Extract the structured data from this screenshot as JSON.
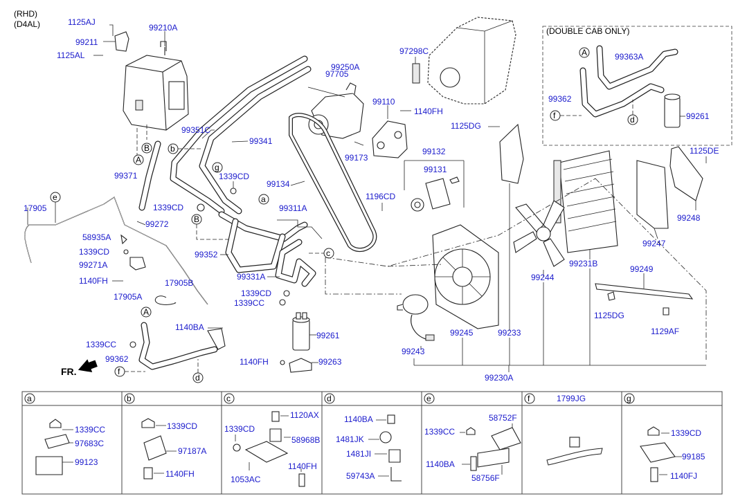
{
  "header": {
    "line1": "(RHD)",
    "line2": "(D4AL)"
  },
  "double_cab": {
    "title": "(DOUBLE CAB ONLY)"
  },
  "front_marker": "FR.",
  "circle_letters": {
    "a": "a",
    "b": "b",
    "c": "c",
    "d": "d",
    "e": "e",
    "f": "f",
    "g": "g",
    "A": "A",
    "B": "B"
  },
  "parts": {
    "p1125AJ": "1125AJ",
    "p99211": "99211",
    "p99210A": "99210A",
    "p1125AL": "1125AL",
    "p97298C": "97298C",
    "p97705": "97705",
    "p99250A": "99250A",
    "p99110": "99110",
    "p1140FH_a": "1140FH",
    "p99351C": "99351C",
    "p99341": "99341",
    "p99173": "99173",
    "p1125DG_a": "1125DG",
    "p99132": "99132",
    "p99131": "99131",
    "p99371": "99371",
    "p1339CD_a": "1339CD",
    "p99134": "99134",
    "p1196CD": "1196CD",
    "p1339CD_b": "1339CD",
    "p99311A": "99311A",
    "p17905": "17905",
    "p99272": "99272",
    "p58935A": "58935A",
    "p1339CD_c": "1339CD",
    "p99271A": "99271A",
    "p1140FH_b": "1140FH",
    "p17905B": "17905B",
    "p17905A": "17905A",
    "p99352": "99352",
    "p99331A": "99331A",
    "p1339CD_d": "1339CD",
    "p1339CC_a": "1339CC",
    "p1140BA": "1140BA",
    "p99261_a": "99261",
    "p1339CC_b": "1339CC",
    "p99362_a": "99362",
    "p1140FH_c": "1140FH",
    "p99263": "99263",
    "p99363A": "99363A",
    "p99362_b": "99362",
    "p99261_b": "99261",
    "p1125DE": "1125DE",
    "p99248": "99248",
    "p99247": "99247",
    "p99231B": "99231B",
    "p99244": "99244",
    "p99249": "99249",
    "p1125DG_b": "1125DG",
    "p1129AF": "1129AF",
    "p99245": "99245",
    "p99233": "99233",
    "p99243": "99243",
    "p99230A": "99230A"
  },
  "detail_table": {
    "headers": [
      {
        "letter": "a",
        "title": ""
      },
      {
        "letter": "b",
        "title": ""
      },
      {
        "letter": "c",
        "title": ""
      },
      {
        "letter": "d",
        "title": ""
      },
      {
        "letter": "e",
        "title": ""
      },
      {
        "letter": "f",
        "title": "1799JG"
      },
      {
        "letter": "g",
        "title": ""
      }
    ],
    "cells": {
      "a": [
        "1339CC",
        "97683C",
        "99123"
      ],
      "b": [
        "1339CD",
        "97187A",
        "1140FH"
      ],
      "c": [
        "1120AX",
        "1339CD",
        "58968B",
        "1053AC",
        "1140FH"
      ],
      "d": [
        "1140BA",
        "1481JK",
        "1481JI",
        "59743A"
      ],
      "e": [
        "58752F",
        "1339CC",
        "1140BA",
        "58756F"
      ],
      "g": [
        "1339CD",
        "99185",
        "1140FJ"
      ]
    }
  }
}
